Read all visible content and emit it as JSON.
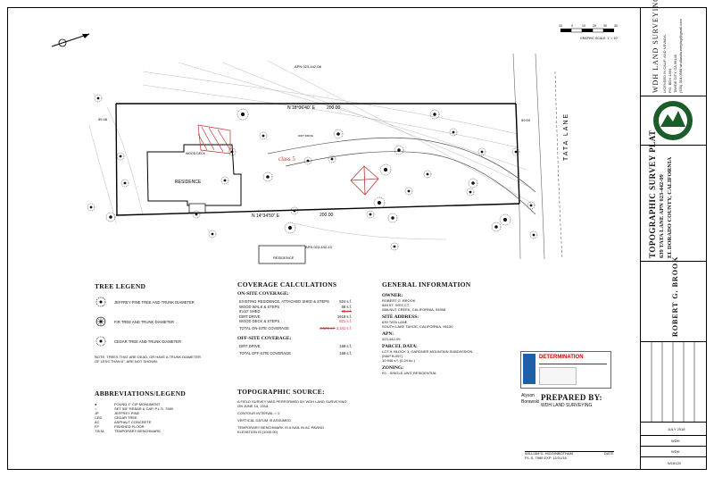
{
  "plan": {
    "scale_label": "GRAPHIC SCALE: 1\" = 10'",
    "scale_ticks": [
      "10",
      "0",
      "10",
      "20",
      "30",
      "40"
    ],
    "apn_north": "APN 023-442-08",
    "apn_south": "APN 023-442-10",
    "bearing_north": "N 18°06'40\" E",
    "dist_north": "200.00",
    "bearing_south": "N 14°34'50\" E",
    "dist_south": "200.00",
    "west_dist": "59.48",
    "east_dist": "59.00",
    "residence_label": "RESIDENCE",
    "neighbor_residence": "RESIDENCE",
    "wood_deck": "WOOD DECK",
    "class_label": "class 5",
    "dirt_drive": "DIRT DRIVE",
    "street": "TATA LANE"
  },
  "tree_legend": {
    "title": "TREE LEGEND",
    "items": [
      {
        "label": "JEFFREY PINE TREE AND TRUNK DIAMETER"
      },
      {
        "label": "FIR TREE AND TRUNK DIAMETER"
      },
      {
        "label": "CEDAR TREE AND TRUNK DIAMETER"
      }
    ],
    "note": "NOTE: TREES THAT ARE DEAD, OR HAVE A TRUNK DIAMETER OF LESS THAN 6\", ARE NOT SHOWN."
  },
  "coverage": {
    "title": "COVERAGE CALCULATIONS",
    "on_site_title": "ON-SITE COVERAGE:",
    "on_site_rows": [
      {
        "label": "EXISTING RESIDENCE, ATTACHED SHED & STEPS",
        "value": "924 s.f."
      },
      {
        "label": "WOOD WALK & STEPS",
        "value": "56 s.f."
      },
      {
        "label": "8'x10' SHED",
        "value": "88 s.f."
      },
      {
        "label": "DIRT DRIVE",
        "value": "1618 s.f."
      },
      {
        "label": "WOOD DECK & STEPS",
        "value": "821 s.f."
      }
    ],
    "on_site_total_label": "TOTAL ON-SITE COVERAGE",
    "on_site_total_old": "3,526 s.f.",
    "on_site_total_new": "3,341 s.f.",
    "off_site_title": "OFF-SITE COVERAGE:",
    "off_site_rows": [
      {
        "label": "DIRT DRIVE",
        "value": "168 s.f."
      }
    ],
    "off_site_total_label": "TOTAL OFF-SITE COVERAGE",
    "off_site_total": "168 s.f."
  },
  "general": {
    "title": "GENERAL INFORMATION",
    "owner_title": "OWNER:",
    "owner_lines": [
      "ROBERT G. BROOK",
      "848 ST. IVES CT.",
      "WALNUT CREEK, CALIFORNIA, 94598"
    ],
    "site_title": "SITE ADDRESS:",
    "site_lines": [
      "639 TATA LANE",
      "SOUTH LAKE TAHOE, CALIFORNIA, 96150"
    ],
    "apn_title": "APN:",
    "apn_lines": [
      "023-442-09"
    ],
    "parcel_title": "PARCEL DATA:",
    "parcel_lines": [
      "LOT 9, BLOCK 3, GARDNER MOUNTAIN SUBDIVISION",
      "(MAP B-057)",
      "10,946 s.f. (0.24 Ac.)"
    ],
    "zoning_title": "ZONING:",
    "zoning_lines": [
      "R1 - SINGLE-UNIT RESIDENTIAL"
    ]
  },
  "determination": {
    "stamp": "DETERMINATION",
    "name_1": "Alyson",
    "name_2": "Borawski"
  },
  "abbreviations": {
    "title": "ABBREVIATIONS/LEGEND",
    "rows": [
      {
        "code": "●",
        "text": "FOUND 1\" CIP MONUMENT"
      },
      {
        "code": "○",
        "text": "SET 5/8\" REBAR & CAP, P.L.S. 7989"
      },
      {
        "code": "JP",
        "text": "JEFFREY PINE"
      },
      {
        "code": "CED",
        "text": "CEDAR TREE"
      },
      {
        "code": "AC",
        "text": "ASPHALT CONCRETE"
      },
      {
        "code": "FF",
        "text": "FINISHED FLOOR"
      },
      {
        "code": "T.B.M.",
        "text": "TEMPORARY BENCHMARK"
      }
    ]
  },
  "topo_source": {
    "title": "TOPOGRAPHIC SOURCE:",
    "lines": [
      "A FIELD SURVEY WAS PERFORMED BY WDH LAND SURVEYING",
      "ON JUNE 14, 2018.",
      "CONTOUR INTERVAL = 1'",
      "VERTICAL DATUM IS ASSUMED",
      "TEMPORARY BENCHMARK IS A NAIL IN AC PAVING",
      "ELEVATION IS (1000.00)"
    ]
  },
  "prepared": {
    "title": "PREPARED BY:",
    "company": "WDH LAND SURVEYING",
    "surveyor": "WILLIAM D. HIGGINBOTHAM",
    "license": "P.L.S. 7989   EXP. 12/31/18",
    "date_label": "DATE"
  },
  "title_block": {
    "company": "WDH LAND SURVEYING",
    "addr_lines": [
      "LICENSED IN CALIF. AND NEVADA",
      "P.O. BOX 1364",
      "TAHOE CITY, CA 96145",
      "(530) 318-0588 whdlandsurveying@gmail.com"
    ],
    "plat_title": "TOPOGRAPHIC SURVEY PLAT",
    "plat_sub_1": "639 TATA LANE  APN 023-442-09",
    "plat_sub_2": "EL DORADO COUNTY, CALIFORNIA",
    "client": "ROBERT  G.  BROOK",
    "date_val": "JULY 2018",
    "drawn": "WDH",
    "checked": "WDH",
    "job": "W18120"
  }
}
